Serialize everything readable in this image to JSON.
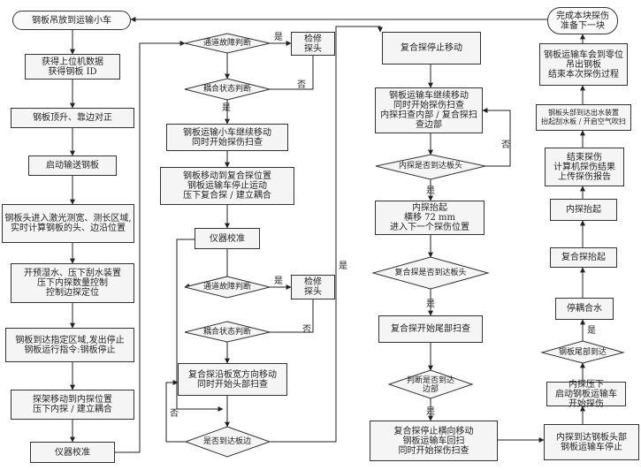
{
  "nodes": {
    "n1": "钢板吊放到运输小车",
    "n2": "获得上位机数据\n获得钢板 ID",
    "n3": "钢板顶升、靠边对正",
    "n4": "启动输送钢板",
    "n5": "钢板头进入激光测宽、测长区域,\n实时计算钢板的头、边沿位置",
    "n6": "开预湿水、压下刮水装置\n压下内探数量控制\n控制边探定位",
    "n7": "钢板到达指定区域,发出停止\n钢板运行指令:钢板停止",
    "n8": "探架移动到内探位置\n压下内探 / 建立耦合",
    "n9": "仪器校准",
    "c1": "通道故障判断",
    "c2": "检修\n探头",
    "c3": "耦合状态判断",
    "c4": "钢板运输小车继续移动\n同时开始探伤扫查",
    "c5": "钢板移动到复合探位置\n钢板运输车停止运动\n压下复合探 / 建立耦合",
    "c6": "仪器校准",
    "c7": "通道故障判断",
    "c8": "检修\n探头",
    "c9": "耦合状态判断",
    "c10": "复合探沿板宽方向移动\n同时开始头部扫查",
    "c11": "是否到达板边",
    "r1": "复合探停止移动",
    "r2": "钢板运输车继续移动\n同时开始探伤扫查\n内探扫查内部 / 复合探扫查边部",
    "r3": "内探是否到达板头",
    "r4": "内探抬起\n横移 72 mm\n进入下一个探伤位置",
    "r5": "复合探是否到达板头",
    "r6": "复合探开始尾部扫查",
    "r7": "判断是否到达\n边部",
    "r8": "复合探停止横向移动\n钢板运输车回扫\n同时开始探伤扫查",
    "f1": "完成本块探伤\n准备下一块",
    "f2": "钢板运输车会到零位\n吊出钢板\n结束本次探伤过程",
    "f3": "钢板头部到达出水装置\n抬起刮水板 / 开启空气吹扫",
    "f4": "结束探伤\n计算机探伤结果\n上传探伤报告",
    "f5": "内探抬起",
    "f6": "复合探抬起",
    "f7": "停耦合水",
    "f8": "钢板尾部到达",
    "f9": "内探压下\n启动钢板运输车\n开始探伤",
    "f10": "内探到达钢板头部\n钢板运输车停止"
  },
  "labels": {
    "yes": "是",
    "no": "否"
  }
}
